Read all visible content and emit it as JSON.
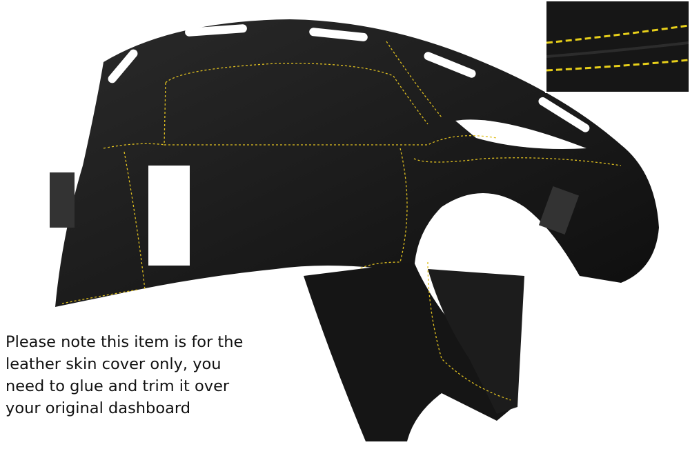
{
  "note": {
    "lines": [
      "Please note this item is for the",
      "leather skin cover only, you",
      "need to glue and trim it over",
      "your original dashboard"
    ]
  },
  "colors": {
    "leather": "#1a1a1a",
    "stitching": "#e0c020",
    "background": "#ffffff"
  }
}
